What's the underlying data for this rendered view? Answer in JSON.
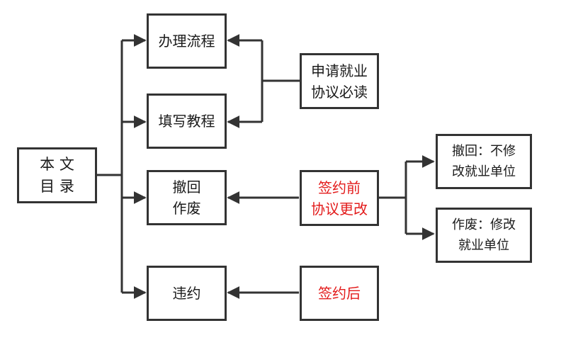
{
  "colors": {
    "line": "#333333",
    "text": "#1a1a1a",
    "highlight": "#e31b1b"
  },
  "diagram": {
    "root": {
      "lines": [
        "本 文",
        "目 录"
      ]
    },
    "process": {
      "label": "办理流程"
    },
    "tutorial": {
      "label": "填写教程"
    },
    "withdraw": {
      "lines": [
        "撤回",
        "作废"
      ]
    },
    "breach": {
      "label": "违约"
    },
    "must_read": {
      "lines": [
        "申请就业",
        "协议必读"
      ]
    },
    "before_sign": {
      "lines": [
        "签约前",
        "协议更改"
      ]
    },
    "after_sign": {
      "label": "签约后"
    },
    "withdraw_change": {
      "lines": [
        "撤回：不修",
        "改就业单位"
      ]
    },
    "void_change": {
      "lines": [
        "作废：修改",
        "就业单位"
      ]
    }
  }
}
